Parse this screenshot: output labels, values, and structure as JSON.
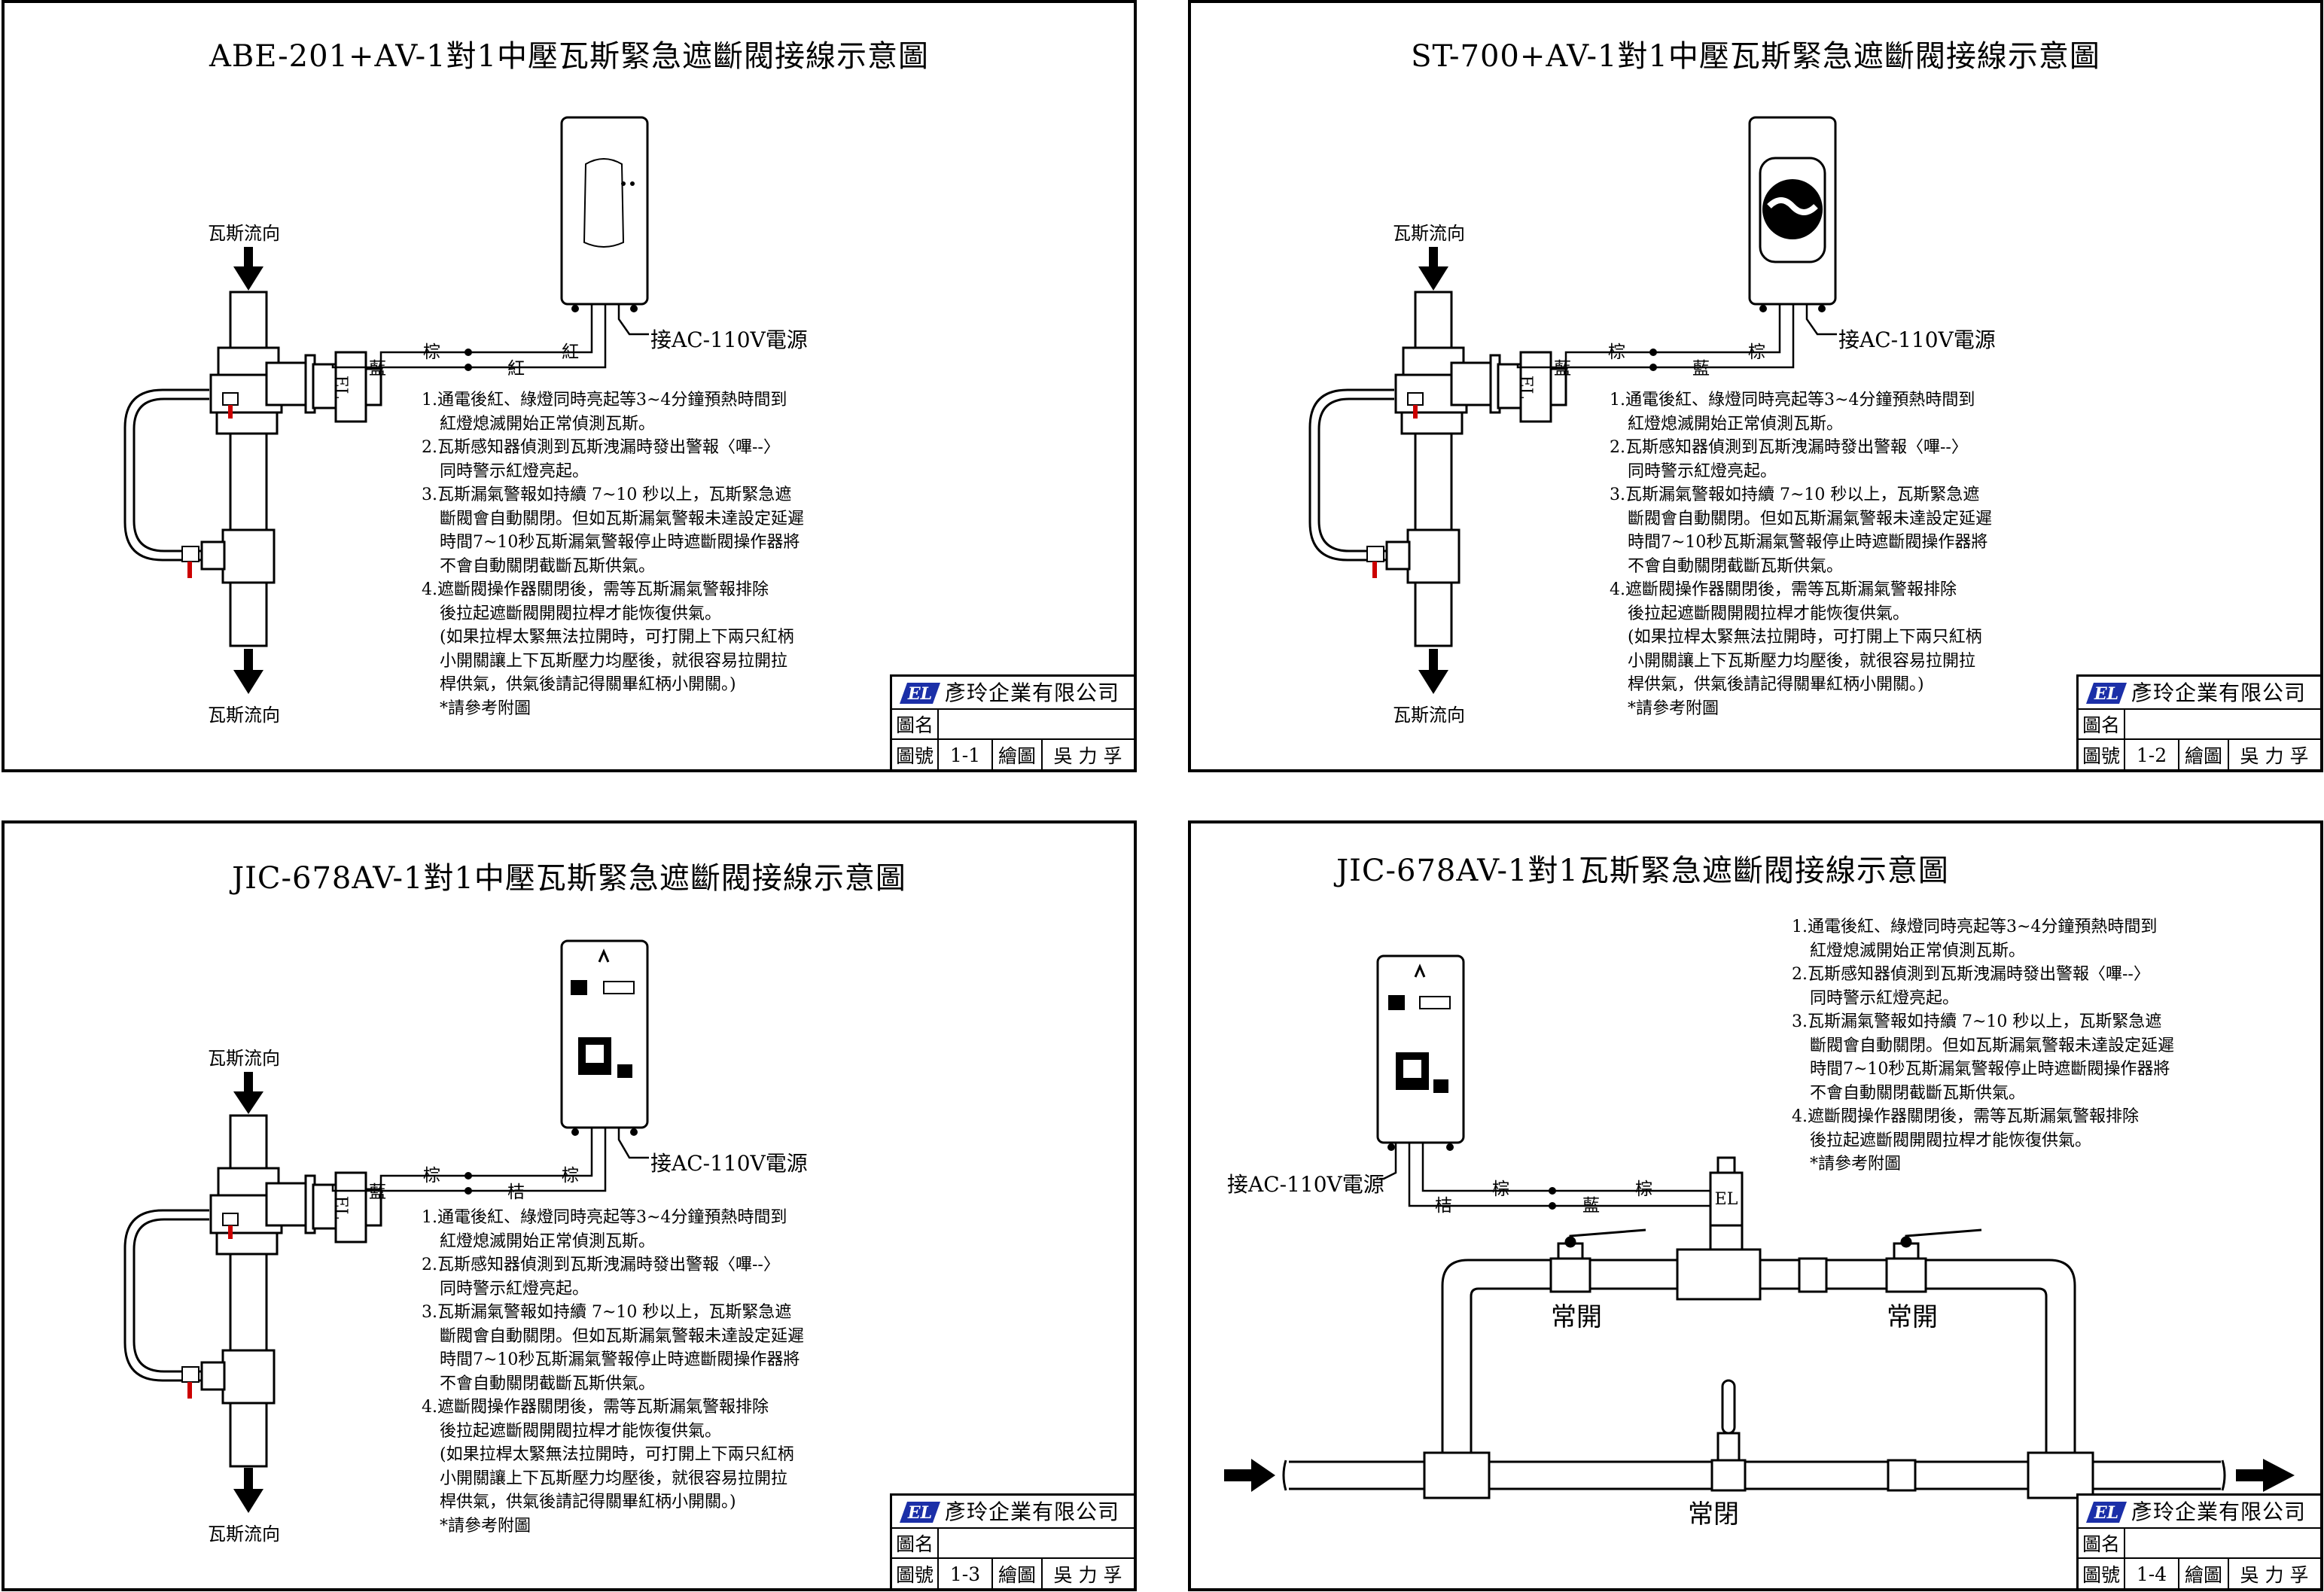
{
  "panels": [
    {
      "title": "ABE-201+AV-1對1中壓瓦斯緊急遮斷閥接線示意圖",
      "flow_top": "瓦斯流向",
      "flow_bottom": "瓦斯流向",
      "power": "接AC-110V電源",
      "wire_labels": [
        "棕",
        "紅",
        "藍",
        "紅"
      ],
      "title_block": {
        "company": "彥玲企業有限公司",
        "name_label": "圖名",
        "name_value": "",
        "num_label": "圖號",
        "num_value": "1-1",
        "drawer_label": "繪圖",
        "drawer_value": "吳 力 孚"
      }
    },
    {
      "title": "ST-700+AV-1對1中壓瓦斯緊急遮斷閥接線示意圖",
      "flow_top": "瓦斯流向",
      "flow_bottom": "瓦斯流向",
      "power": "接AC-110V電源",
      "wire_labels": [
        "棕",
        "藍",
        "藍",
        "棕"
      ],
      "title_block": {
        "company": "彥玲企業有限公司",
        "name_label": "圖名",
        "name_value": "",
        "num_label": "圖號",
        "num_value": "1-2",
        "drawer_label": "繪圖",
        "drawer_value": "吳 力 孚"
      }
    },
    {
      "title": "JIC-678AV-1對1中壓瓦斯緊急遮斷閥接線示意圖",
      "flow_top": "瓦斯流向",
      "flow_bottom": "瓦斯流向",
      "power": "接AC-110V電源",
      "wire_labels": [
        "棕",
        "桔",
        "藍",
        "棕"
      ],
      "title_block": {
        "company": "彥玲企業有限公司",
        "name_label": "圖名",
        "name_value": "",
        "num_label": "圖號",
        "num_value": "1-3",
        "drawer_label": "繪圖",
        "drawer_value": "吳 力 孚"
      }
    },
    {
      "title": "JIC-678AV-1對1瓦斯緊急遮斷閥接線示意圖",
      "power": "接AC-110V電源",
      "wire_labels": [
        "棕",
        "桔",
        "藍",
        "棕"
      ],
      "normal_open": "常開",
      "normal_closed": "常閉",
      "title_block": {
        "company": "彥玲企業有限公司",
        "name_label": "圖名",
        "name_value": "",
        "num_label": "圖號",
        "num_value": "1-4",
        "drawer_label": "繪圖",
        "drawer_value": "吳 力 孚"
      }
    }
  ],
  "valve_badge": "EL",
  "notes_long": [
    "1.通電後紅、綠燈同時亮起等3~4分鐘預熱時間到",
    "紅燈熄滅開始正常偵測瓦斯。",
    "2.瓦斯感知器偵測到瓦斯洩漏時發出警報〈嗶--〉",
    "同時警示紅燈亮起。",
    "3.瓦斯漏氣警報如持續 7~10 秒以上，瓦斯緊急遮",
    "斷閥會自動關閉。但如瓦斯漏氣警報未達設定延遲",
    "時間7~10秒瓦斯漏氣警報停止時遮斷閥操作器將",
    "不會自動關閉截斷瓦斯供氣。",
    "4.遮斷閥操作器關閉後，需等瓦斯漏氣警報排除",
    "後拉起遮斷閥開閥拉桿才能恢復供氣。",
    "(如果拉桿太緊無法拉開時，可打開上下兩只紅柄",
    "小開關讓上下瓦斯壓力均壓後，就很容易拉開拉",
    "桿供氣，供氣後請記得關畢紅柄小開關。)",
    "*請參考附圖"
  ],
  "notes_short": [
    "1.通電後紅、綠燈同時亮起等3~4分鐘預熱時間到",
    "紅燈熄滅開始正常偵測瓦斯。",
    "2.瓦斯感知器偵測到瓦斯洩漏時發出警報〈嗶--〉",
    "同時警示紅燈亮起。",
    "3.瓦斯漏氣警報如持續 7~10 秒以上，瓦斯緊急遮",
    "斷閥會自動關閉。但如瓦斯漏氣警報未達設定延遲",
    "時間7~10秒瓦斯漏氣警報停止時遮斷閥操作器將",
    "不會自動關閉截斷瓦斯供氣。",
    "4.遮斷閥操作器關閉後，需等瓦斯漏氣警報排除",
    "後拉起遮斷閥開閥拉桿才能恢復供氣。",
    "*請參考附圖"
  ],
  "colors": {
    "line": "#000000",
    "valve_handle": "#cc0000",
    "logo": "#1b2fa8"
  }
}
